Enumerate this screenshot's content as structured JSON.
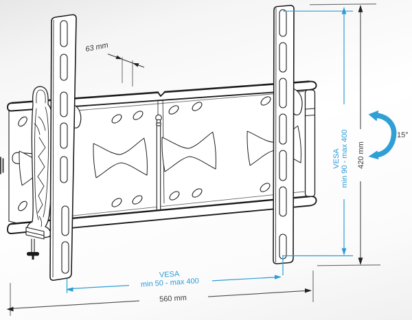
{
  "page": {
    "type": "technical-dimension-diagram",
    "subject": "Tilting TV wall mount bracket with VESA dimensions"
  },
  "colors": {
    "dimension_accent_blue": "#2b9cd6",
    "dimension_neutral_dark": "#3a3a3a",
    "drawing_line": "#1c1c1c"
  },
  "icons": {
    "tilt_rotation": "curved-arrow-icon"
  },
  "dimensions": {
    "top_hole_spacing": {
      "label": "63 mm"
    },
    "overall_height": {
      "label": "420 mm"
    },
    "overall_width": {
      "label": "560 mm"
    },
    "vesa_vertical": {
      "title": "VESA",
      "range": "min 90 - max 400"
    },
    "vesa_horizontal": {
      "title": "VESA",
      "range": "min 50 - max 400"
    },
    "tilt_angle": {
      "label": "15°"
    }
  }
}
